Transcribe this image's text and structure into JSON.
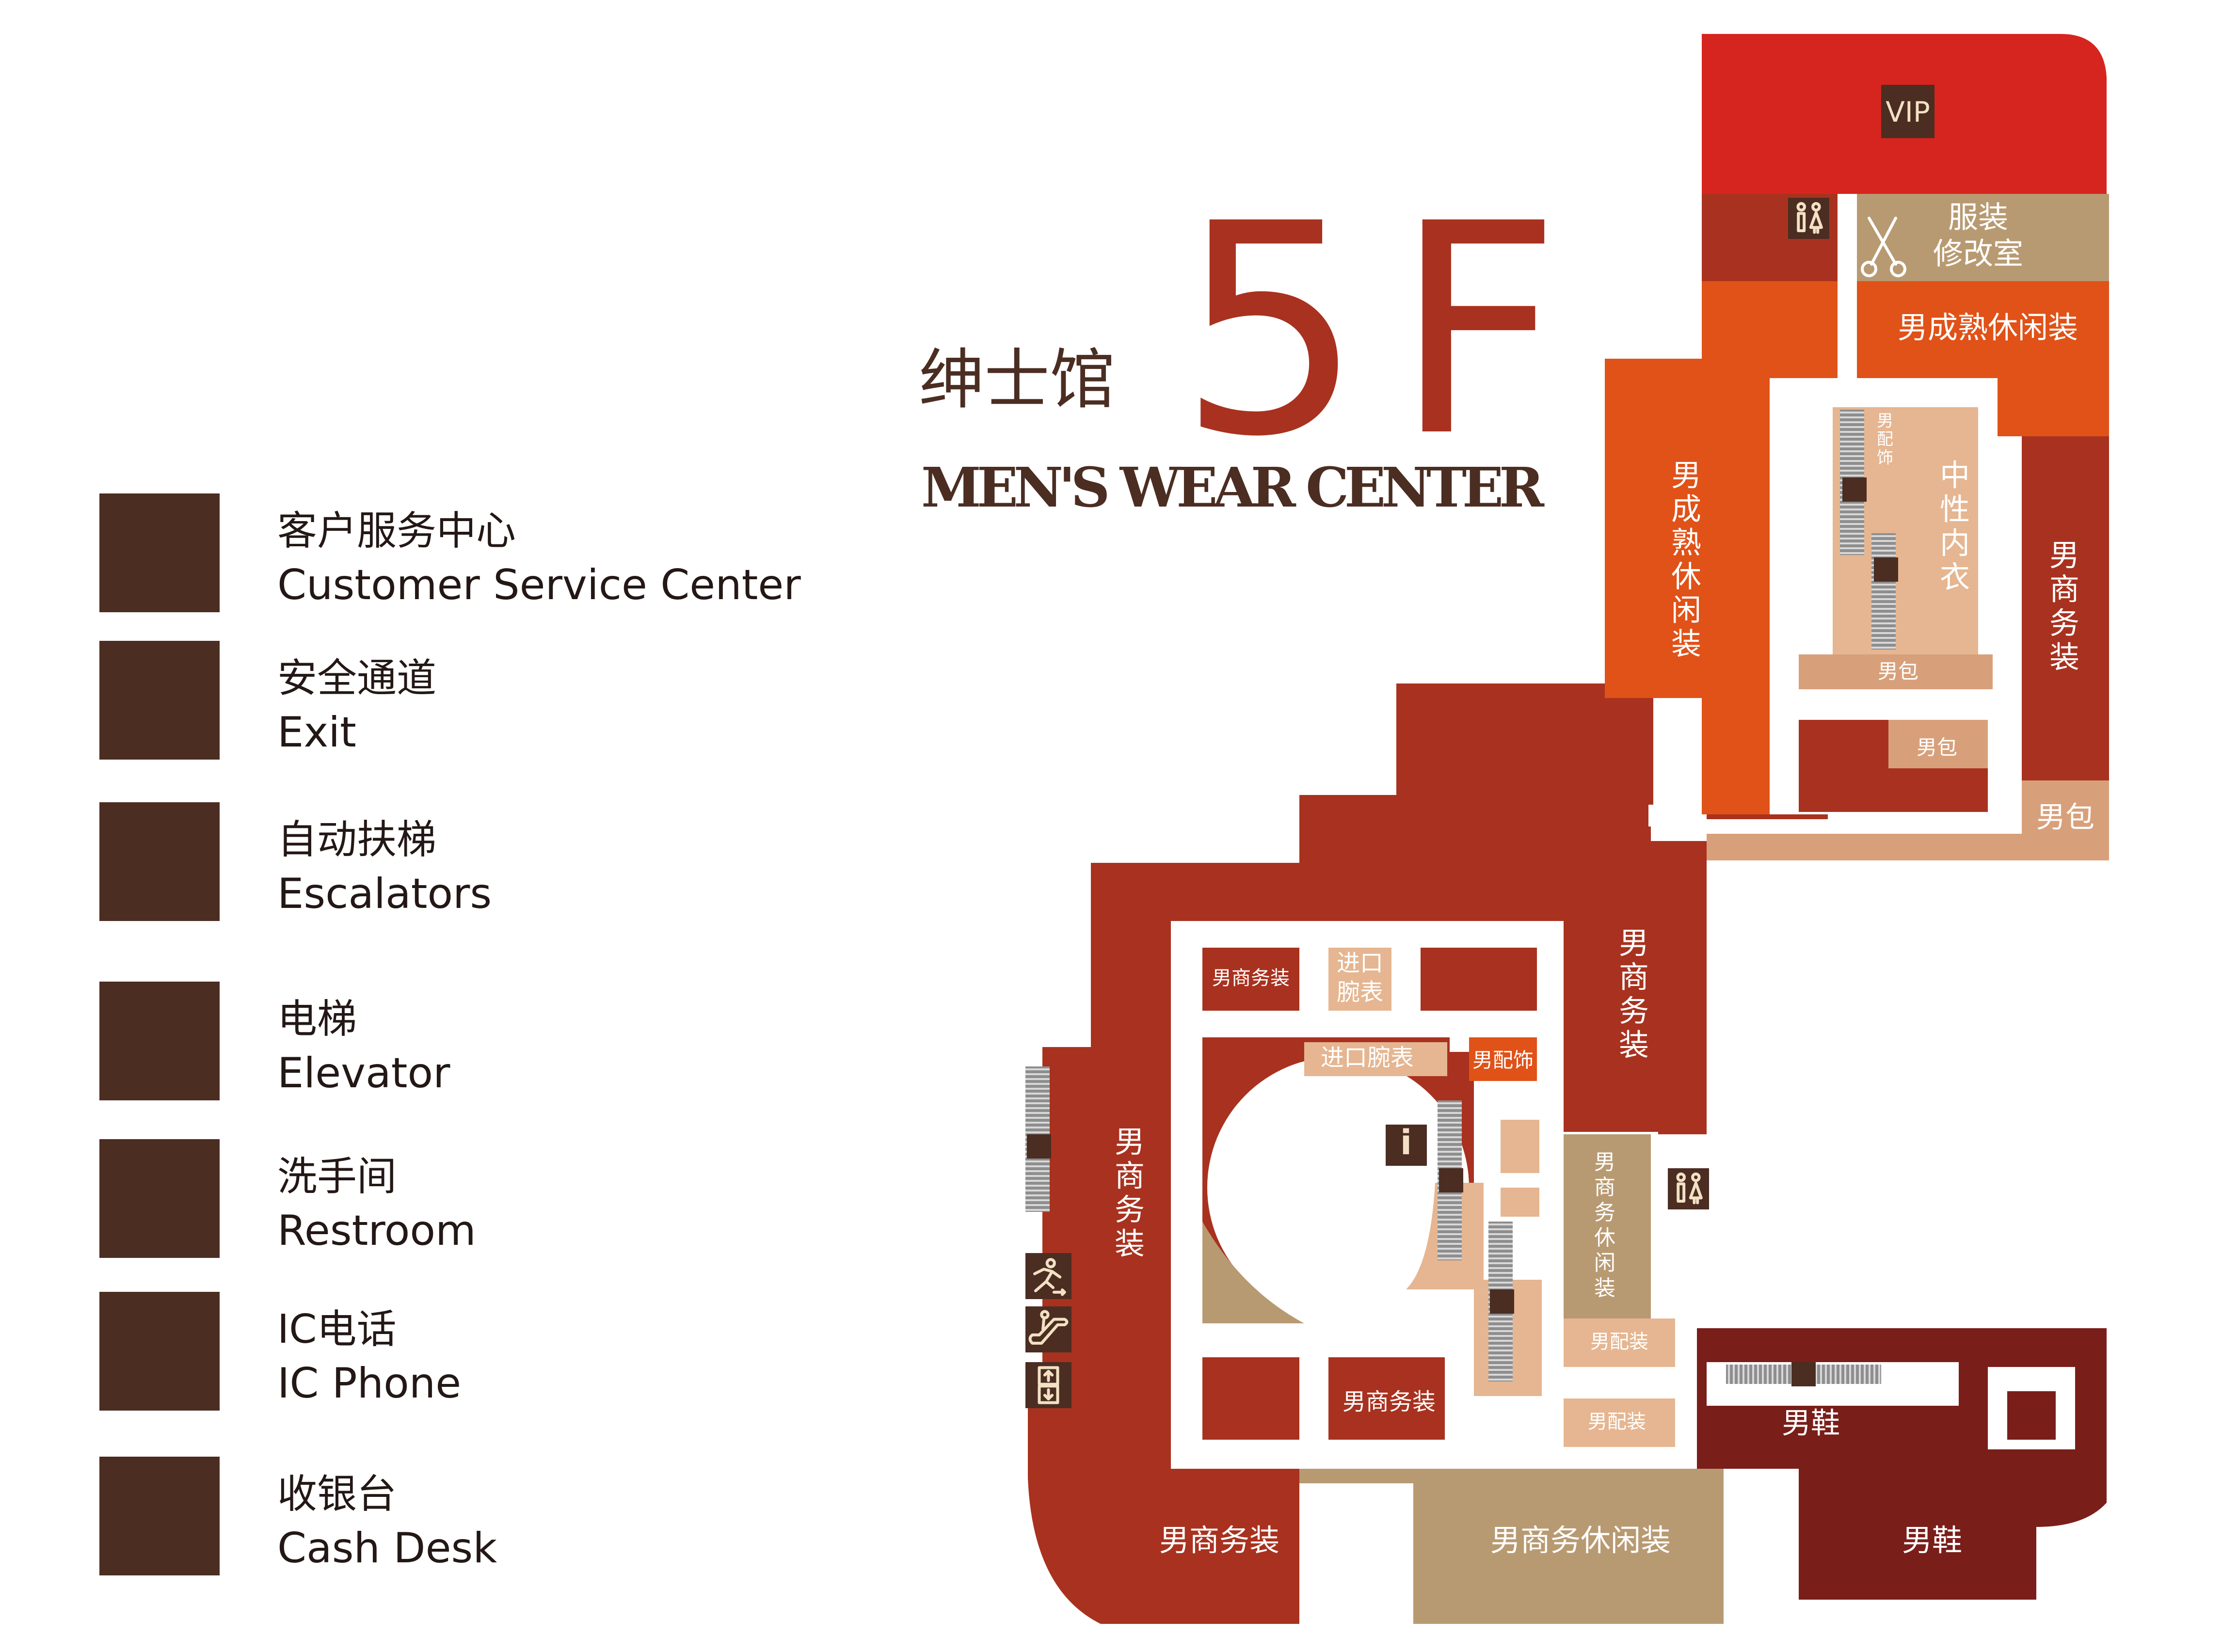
{
  "colors": {
    "dark_red": "#a8321f",
    "maroon": "#7a1e1a",
    "orange": "#e05218",
    "bright_red": "#d6251e",
    "tan": "#b89a72",
    "peach": "#e5b691",
    "light_peach": "#f0c9a8",
    "light_brown": "#d8a07a",
    "dark_brown": "#4b2d22",
    "icon_line": "#f2e1c4",
    "title_red": "#a8321f",
    "title_dark": "#4b2d22"
  },
  "title": {
    "floor": "5F",
    "hall_cn": "绅士馆",
    "hall_en": "MEN'S WEAR CENTER"
  },
  "legend": [
    {
      "icon": "vip-icon",
      "cn": "客户服务中心",
      "en": "Customer Service Center"
    },
    {
      "icon": "exit-icon",
      "cn": "安全通道",
      "en": "Exit"
    },
    {
      "icon": "escalator-icon",
      "cn": "自动扶梯",
      "en": "Escalators"
    },
    {
      "icon": "elevator-icon",
      "cn": "电梯",
      "en": "Elevator"
    },
    {
      "icon": "restroom-icon",
      "cn": "洗手间",
      "en": "Restroom"
    },
    {
      "icon": "ic-phone-icon",
      "cn": "IC电话",
      "en": "IC Phone"
    },
    {
      "icon": "cash-desk-icon",
      "cn": "收银台",
      "en": "Cash Desk"
    }
  ],
  "stores": {
    "alteration": "服装修改室",
    "mature_casual": "男成熟休闲装",
    "neutral_underwear": "中性内衣",
    "accessories": "男配饰",
    "business_suits": "男商务装",
    "bags": "男包",
    "import_watches": "进口腕表",
    "business_casual": "男商务休闲装",
    "men_accessories_b": "男配装",
    "shoes": "男鞋"
  },
  "map_icons": {
    "vip_label": "VIP",
    "info_label": "i"
  }
}
